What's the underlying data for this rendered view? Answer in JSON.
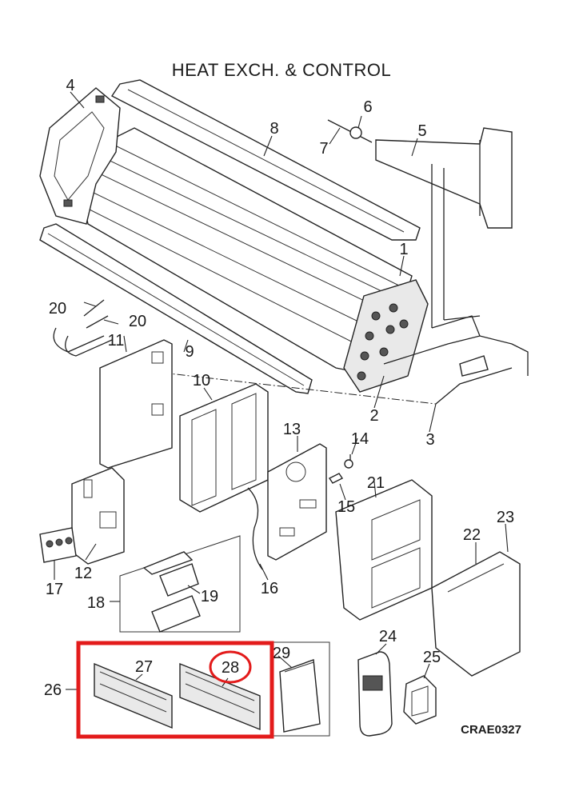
{
  "title": "HEAT EXCH. & CONTROL",
  "drawing_code": "CRAE0327",
  "highlight_color": "#e31b1b",
  "highlighted_part": "28",
  "callouts": {
    "c1": "1",
    "c2": "2",
    "c3": "3",
    "c4": "4",
    "c5": "5",
    "c6": "6",
    "c7": "7",
    "c8": "8",
    "c9": "9",
    "c10": "10",
    "c11": "11",
    "c12": "12",
    "c13": "13",
    "c14": "14",
    "c15": "15",
    "c16": "16",
    "c17": "17",
    "c18": "18",
    "c19": "19",
    "c20a": "20",
    "c20b": "20",
    "c21": "21",
    "c22": "22",
    "c23": "23",
    "c24": "24",
    "c25": "25",
    "c26": "26",
    "c27": "27",
    "c28": "28",
    "c29": "29"
  }
}
